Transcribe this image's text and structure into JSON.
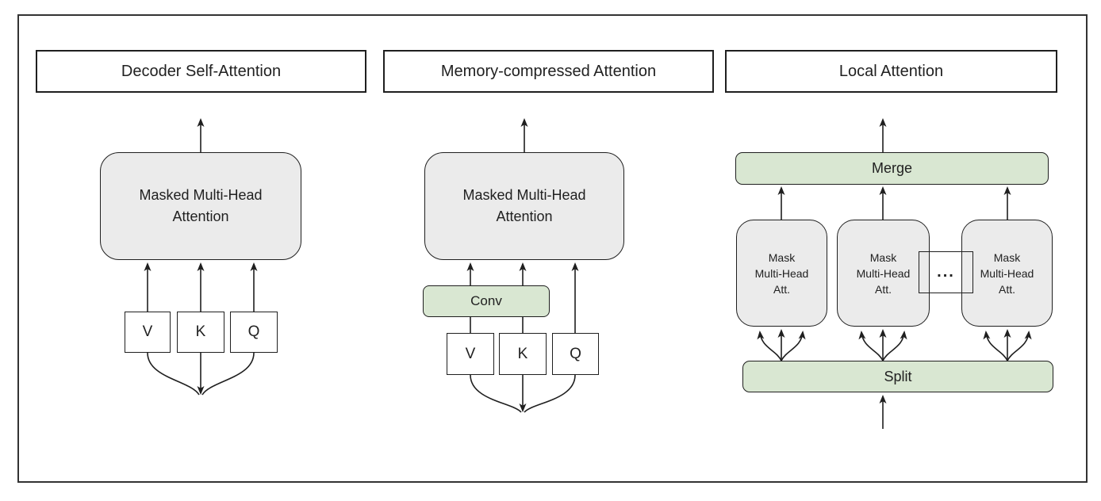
{
  "colors": {
    "panel_green": "#d9e7d2",
    "node_gray": "#ebebeb",
    "stroke": "#1f1f1f",
    "frame": "#333333"
  },
  "panels": {
    "decoder": {
      "title": "Decoder Self-Attention",
      "attention": {
        "line1": "Masked Multi-Head",
        "line2": "Attention"
      },
      "inputs": {
        "v": "V",
        "k": "K",
        "q": "Q"
      }
    },
    "memory": {
      "title": "Memory-compressed Attention",
      "attention": {
        "line1": "Masked Multi-Head",
        "line2": "Attention"
      },
      "conv": "Conv",
      "inputs": {
        "v": "V",
        "k": "K",
        "q": "Q"
      }
    },
    "local": {
      "title": "Local Attention",
      "merge": "Merge",
      "split": "Split",
      "head": {
        "line1": "Mask",
        "line2": "Multi-Head",
        "line3": "Att."
      },
      "ellipsis": "..."
    }
  }
}
